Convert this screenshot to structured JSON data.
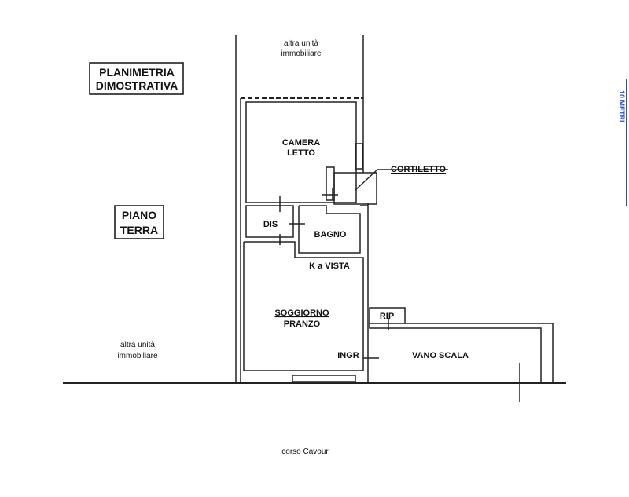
{
  "title": {
    "line1": "PLANIMETRIA",
    "line2": "DIMOSTRATIVA"
  },
  "floor": {
    "line1": "PIANO",
    "line2": "TERRA"
  },
  "neighbors": {
    "top": {
      "line1": "altra unità",
      "line2": "immobiliare"
    },
    "left": {
      "line1": "altra unità",
      "line2": "immobiliare"
    }
  },
  "rooms": {
    "camera": {
      "line1": "CAMERA",
      "line2": "LETTO"
    },
    "cortiletto": "CORTILETTO",
    "dis": "DIS",
    "bagno": "BAGNO",
    "cucina": "K a VISTA",
    "soggiorno": {
      "line1": "SOGGIORNO",
      "line2": "PRANZO"
    },
    "ingresso": "INGR",
    "ripostiglio": "RIP",
    "vano_scala": "VANO SCALA"
  },
  "street": "corso Cavour",
  "scale": {
    "label": "10 METRI",
    "color": "#2b4fc4"
  }
}
